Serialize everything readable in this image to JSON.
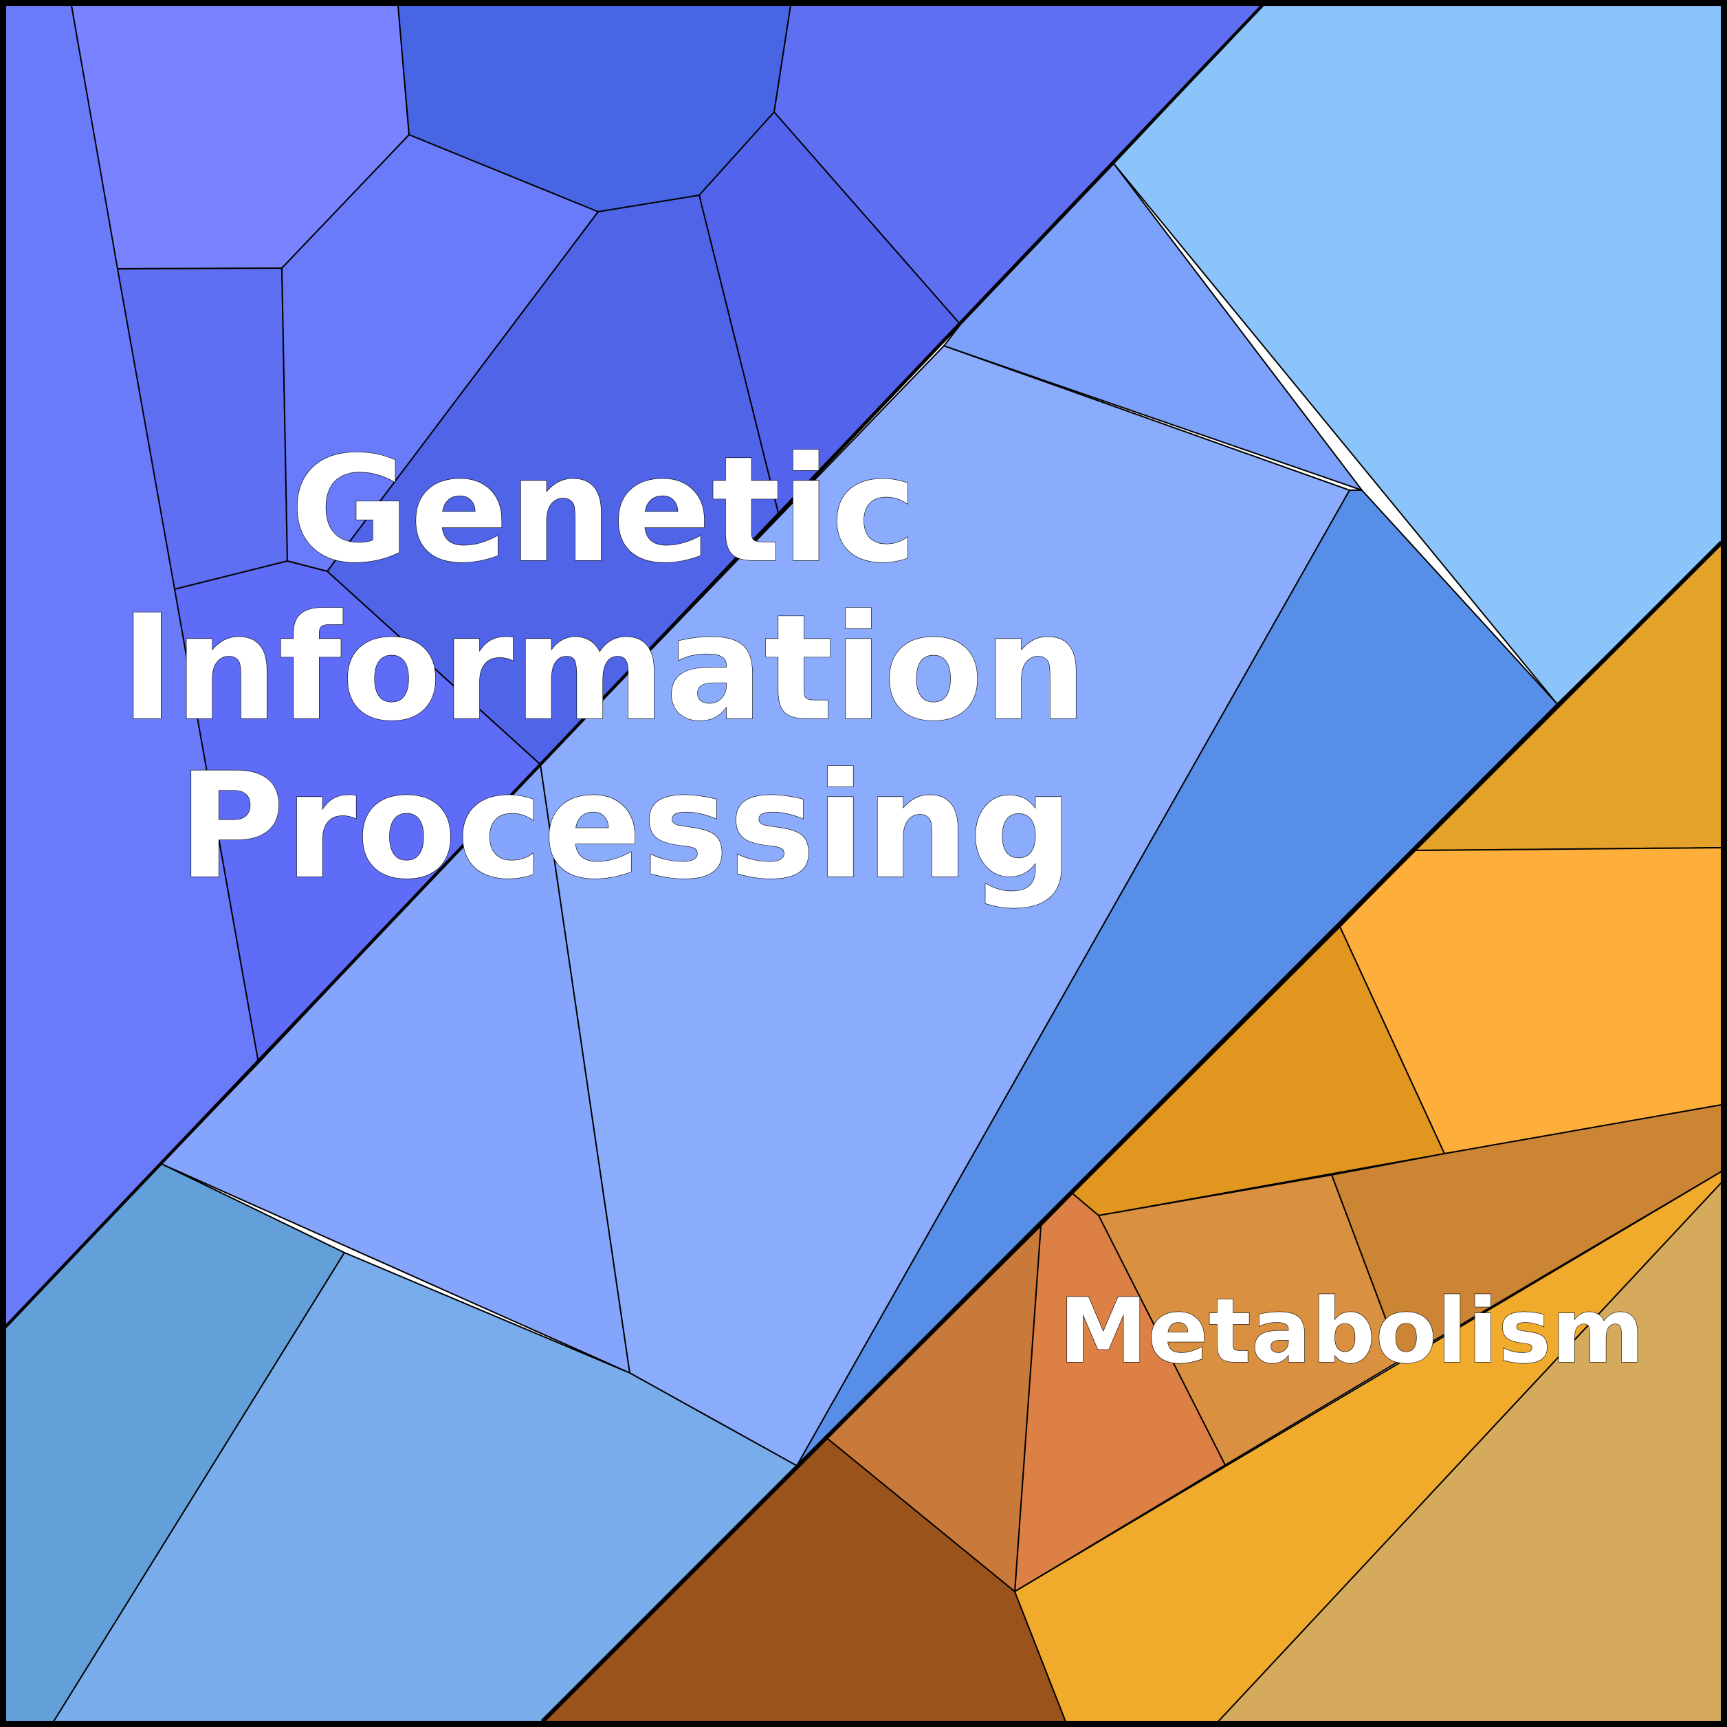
{
  "diagram": {
    "type": "voronoi-treemap",
    "categories": [
      {
        "label_lines": [
          "Genetic",
          "Information",
          "Processing"
        ],
        "palette": "blue"
      },
      {
        "label_lines": [
          "Metabolism"
        ],
        "palette": "orange"
      }
    ],
    "colors": {
      "border": "#000000",
      "label_fill": "#ffffff",
      "blue_cells": [
        "#7a83ff",
        "#4866e4",
        "#5f6ff2",
        "#6a7bfa",
        "#5064e8",
        "#5363eb",
        "#6573f7",
        "#5f6cf7",
        "#6a7ff7",
        "#84a5fb",
        "#8bacfc",
        "#7ba1fb",
        "#8bc3fb",
        "#568ee8",
        "#639fd9",
        "#78acea"
      ],
      "orange_cells": [
        "#e4a22a",
        "#feae3a",
        "#e0961f",
        "#cc8535",
        "#d99040",
        "#dd8045",
        "#c97a3b",
        "#9b531c",
        "#f0ab2c",
        "#d5aa5d"
      ]
    }
  }
}
